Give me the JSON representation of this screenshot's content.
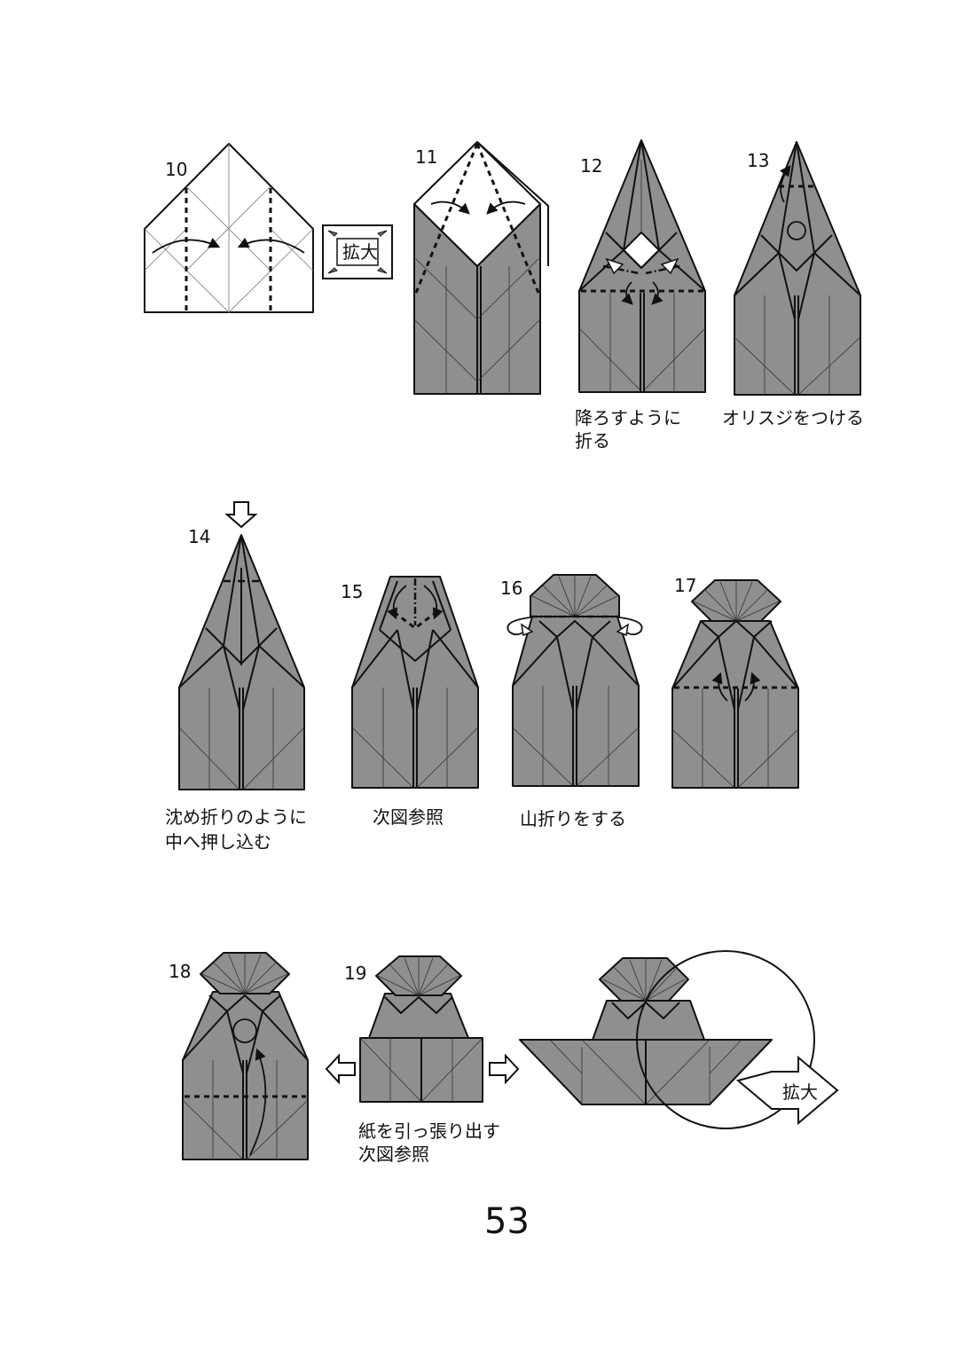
{
  "steps": [
    {
      "number": "10"
    },
    {
      "number": "11"
    },
    {
      "number": "12"
    },
    {
      "number": "13"
    },
    {
      "number": "14"
    },
    {
      "number": "15"
    },
    {
      "number": "16"
    },
    {
      "number": "17"
    },
    {
      "number": "18"
    },
    {
      "number": "19"
    }
  ],
  "captions": {
    "step12_line1": "降ろすように",
    "step12_line2": "折る",
    "step13": "オリスジをつける",
    "step14_line1": "沈め折りのように",
    "step14_line2": "中へ押し込む",
    "step15": "次図参照",
    "step16": "山折りをする",
    "step19_line1": "紙を引っ張り出す",
    "step19_line2": "次図参照"
  },
  "zoom_labels": {
    "enlarge_box": "拡大",
    "enlarge_arrow": "拡大"
  },
  "page_number": "53",
  "colors": {
    "paper_gray": "#8f8f8f",
    "line": "#111111"
  },
  "icons": [
    "enlarge-box-icon",
    "push-down-arrow-icon",
    "pull-arrow-icon",
    "enlarge-arrow-icon"
  ]
}
